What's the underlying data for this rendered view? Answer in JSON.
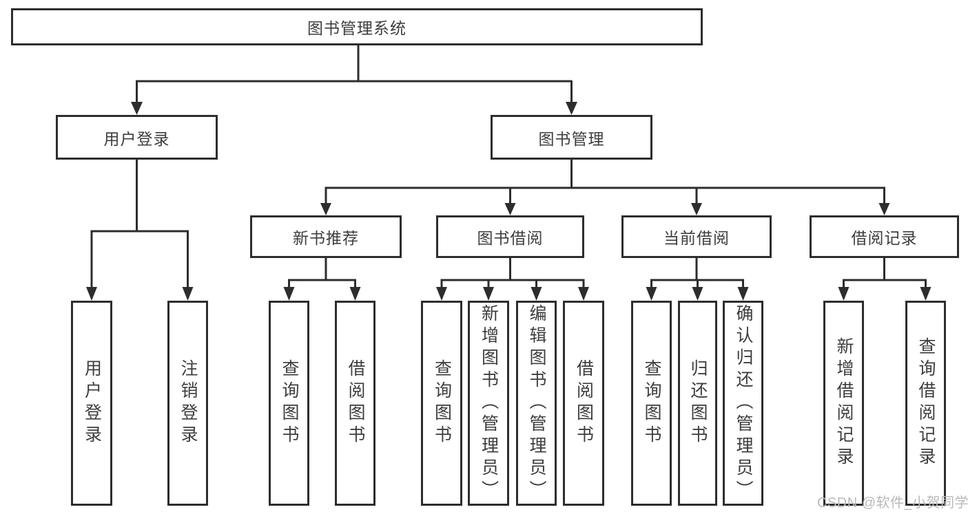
{
  "diagram": {
    "title_node": {
      "label": "图书管理系统"
    },
    "level2": {
      "user_login": {
        "label": "用户登录"
      },
      "book_mgmt": {
        "label": "图书管理"
      }
    },
    "level3": {
      "new_book_recommend": {
        "label": "新书推荐"
      },
      "book_borrow": {
        "label": "图书借阅"
      },
      "current_borrow": {
        "label": "当前借阅"
      },
      "borrow_record": {
        "label": "借阅记录"
      }
    },
    "leaves": {
      "user_login_leaf": "用户登录",
      "logout": "注销登录",
      "nb_query_books": "查询图书",
      "nb_borrow_books": "借阅图书",
      "bb_query_books": "查询图书",
      "bb_add_books": "新增图书（管理员）",
      "bb_edit_books": "编辑图书（管理员）",
      "bb_borrow_books": "借阅图书",
      "cb_query_books": "查询图书",
      "cb_return_books": "归还图书",
      "cb_confirm_return": "确认归还（管理员）",
      "br_add_record": "新增借阅记录",
      "br_query_record": "查询借阅记录"
    }
  },
  "watermark": {
    "text": "CSDN @软件_小贺同学"
  },
  "colors": {
    "line": "#2d2d2d",
    "text": "#3d3d3d",
    "watermark": "#b9b9b9",
    "background": "#ffffff"
  }
}
